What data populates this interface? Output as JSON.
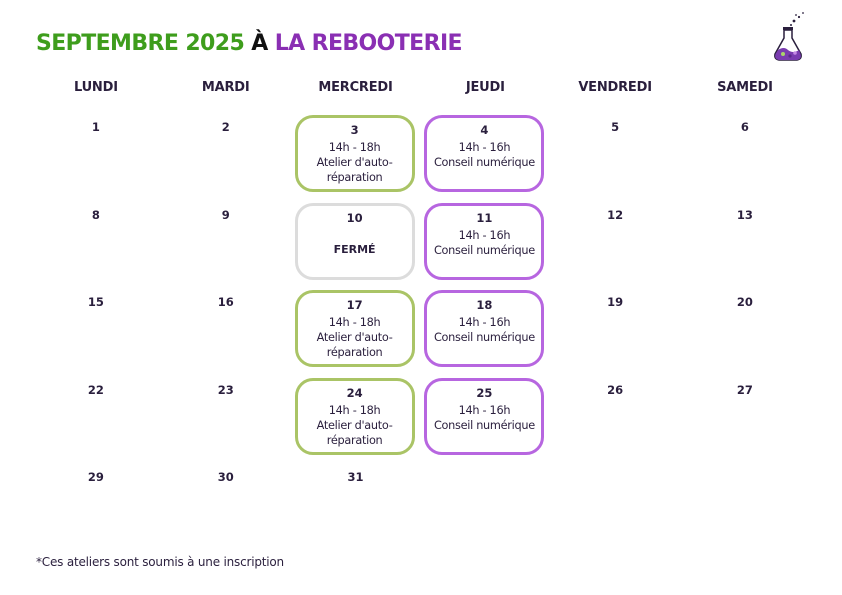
{
  "header": {
    "title_part1": "SEPTEMBRE 2025",
    "title_part2": "À",
    "title_part3": "LA REBOOTERIE",
    "logo_icon": "flask-logo-icon"
  },
  "colors": {
    "title_green": "#3e9d1c",
    "title_purple": "#8a2fb3",
    "atelier_border": "#aac466",
    "conseil_border": "#b766e0",
    "closed_border": "#dcdcdc",
    "text": "#2a1f3d"
  },
  "days_of_week": [
    "LUNDI",
    "MARDI",
    "MERCREDI",
    "JEUDI",
    "VENDREDI",
    "SAMEDI"
  ],
  "weeks": [
    [
      {
        "day": "1"
      },
      {
        "day": "2"
      },
      {
        "day": "3",
        "type": "atelier",
        "lines": [
          "14h - 18h",
          "Atelier d'auto-",
          "réparation"
        ]
      },
      {
        "day": "4",
        "type": "conseil",
        "lines": [
          "14h - 16h",
          "Conseil numérique"
        ]
      },
      {
        "day": "5"
      },
      {
        "day": "6"
      }
    ],
    [
      {
        "day": "8"
      },
      {
        "day": "9"
      },
      {
        "day": "10",
        "type": "closed",
        "label": "FERMÉ"
      },
      {
        "day": "11",
        "type": "conseil",
        "lines": [
          "14h - 16h",
          "Conseil numérique"
        ]
      },
      {
        "day": "12"
      },
      {
        "day": "13"
      }
    ],
    [
      {
        "day": "15"
      },
      {
        "day": "16"
      },
      {
        "day": "17",
        "type": "atelier",
        "lines": [
          "14h - 18h",
          "Atelier d'auto-",
          "réparation"
        ]
      },
      {
        "day": "18",
        "type": "conseil",
        "lines": [
          "14h - 16h",
          "Conseil numérique"
        ]
      },
      {
        "day": "19"
      },
      {
        "day": "20"
      }
    ],
    [
      {
        "day": "22"
      },
      {
        "day": "23"
      },
      {
        "day": "24",
        "type": "atelier",
        "lines": [
          "14h - 18h",
          "Atelier d'auto-",
          "réparation"
        ]
      },
      {
        "day": "25",
        "type": "conseil",
        "lines": [
          "14h - 16h",
          "Conseil numérique"
        ]
      },
      {
        "day": "26"
      },
      {
        "day": "27"
      }
    ],
    [
      {
        "day": "29"
      },
      {
        "day": "30"
      },
      {
        "day": "31"
      }
    ]
  ],
  "footnote": "*Ces ateliers sont soumis à une inscription"
}
